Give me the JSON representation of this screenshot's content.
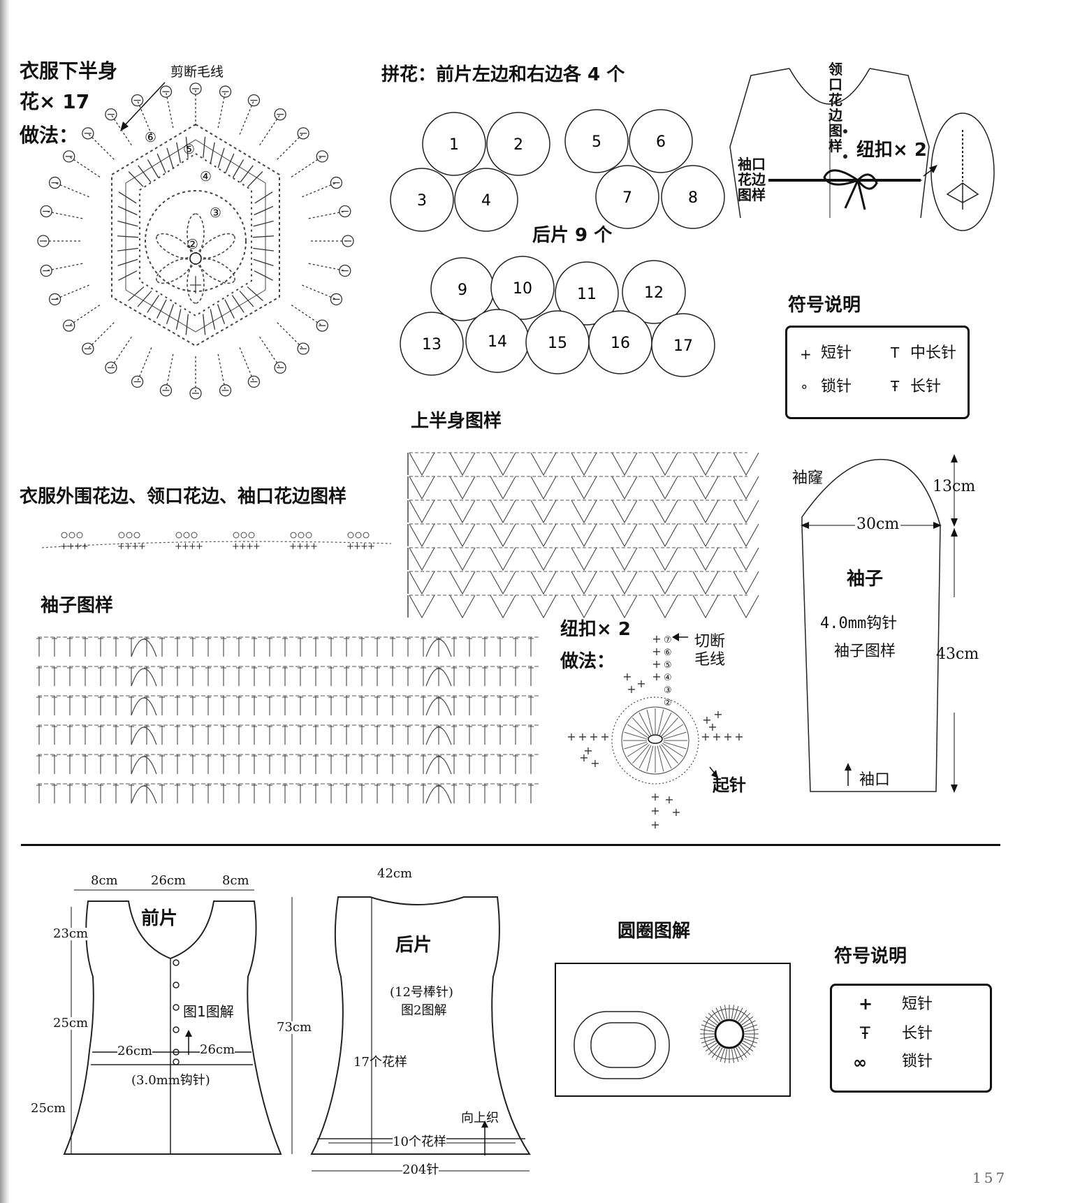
{
  "lower_body": {
    "title": "衣服下半身",
    "count": "花× 17",
    "method": "做法：",
    "cut_yarn": "剪断毛线",
    "rounds": [
      "②",
      "③",
      "④",
      "⑤",
      "⑥"
    ]
  },
  "motif_layout": {
    "title": "拼花：前片左边和右边各 4 个",
    "front_left": [
      "1",
      "2",
      "3",
      "4"
    ],
    "front_right": [
      "5",
      "6",
      "7",
      "8"
    ],
    "back_title": "后片 9 个",
    "back": [
      "9",
      "10",
      "11",
      "12",
      "13",
      "14",
      "15",
      "16",
      "17"
    ]
  },
  "garment_sketch": {
    "neck_label": [
      "领口",
      "花边",
      "图样"
    ],
    "cuff_label": [
      "袖口",
      "花边",
      "图样"
    ],
    "button_label": "纽扣× 2"
  },
  "legend_top": {
    "title": "符号说明",
    "items": [
      {
        "symbol": "+",
        "label": "短针"
      },
      {
        "symbol": "T",
        "label": "中长针"
      },
      {
        "symbol": "∘",
        "label": "锁针"
      },
      {
        "symbol": "Ŧ",
        "label": "长针"
      }
    ]
  },
  "upper_body": {
    "title": "上半身图样"
  },
  "edging": {
    "title": "衣服外围花边、领口花边、袖口花边图样"
  },
  "sleeve_pattern": {
    "title": "袖子图样"
  },
  "button": {
    "title": "纽扣× 2",
    "method": "做法：",
    "cut": [
      "切断",
      "毛线"
    ],
    "rounds": [
      "⑦",
      "⑥",
      "⑤",
      "④",
      "③",
      "②"
    ],
    "start": "起针"
  },
  "sleeve_schematic": {
    "armhole": "袖窿",
    "cap_height": "13cm",
    "width": "30cm",
    "name": "袖子",
    "hook": "4.0mm钩针",
    "pattern": "袖子图样",
    "length": "43cm",
    "cuff": "袖口"
  },
  "front_piece": {
    "name": "前片",
    "widths": [
      "8cm",
      "26cm",
      "8cm"
    ],
    "heights": [
      "23cm",
      "25cm",
      "25cm"
    ],
    "diagram": "图1图解",
    "waist": [
      "26cm",
      "26cm"
    ],
    "hook": "(3.0mm钩针)"
  },
  "back_piece": {
    "top_width": "42cm",
    "name": "后片",
    "needle": "(12号棒针)",
    "diagram": "图2图解",
    "height": "73cm",
    "motifs": "17个花样",
    "direction": "向上织",
    "bottom_motifs": "10个花样",
    "stitches": "204针"
  },
  "ring_diagram": {
    "title": "圆圈图解"
  },
  "legend_bottom": {
    "title": "符号说明",
    "items": [
      {
        "symbol": "+",
        "label": "短针"
      },
      {
        "symbol": "Ŧ",
        "label": "长针"
      },
      {
        "symbol": "∞",
        "label": "锁针"
      }
    ]
  },
  "page_number": "157"
}
